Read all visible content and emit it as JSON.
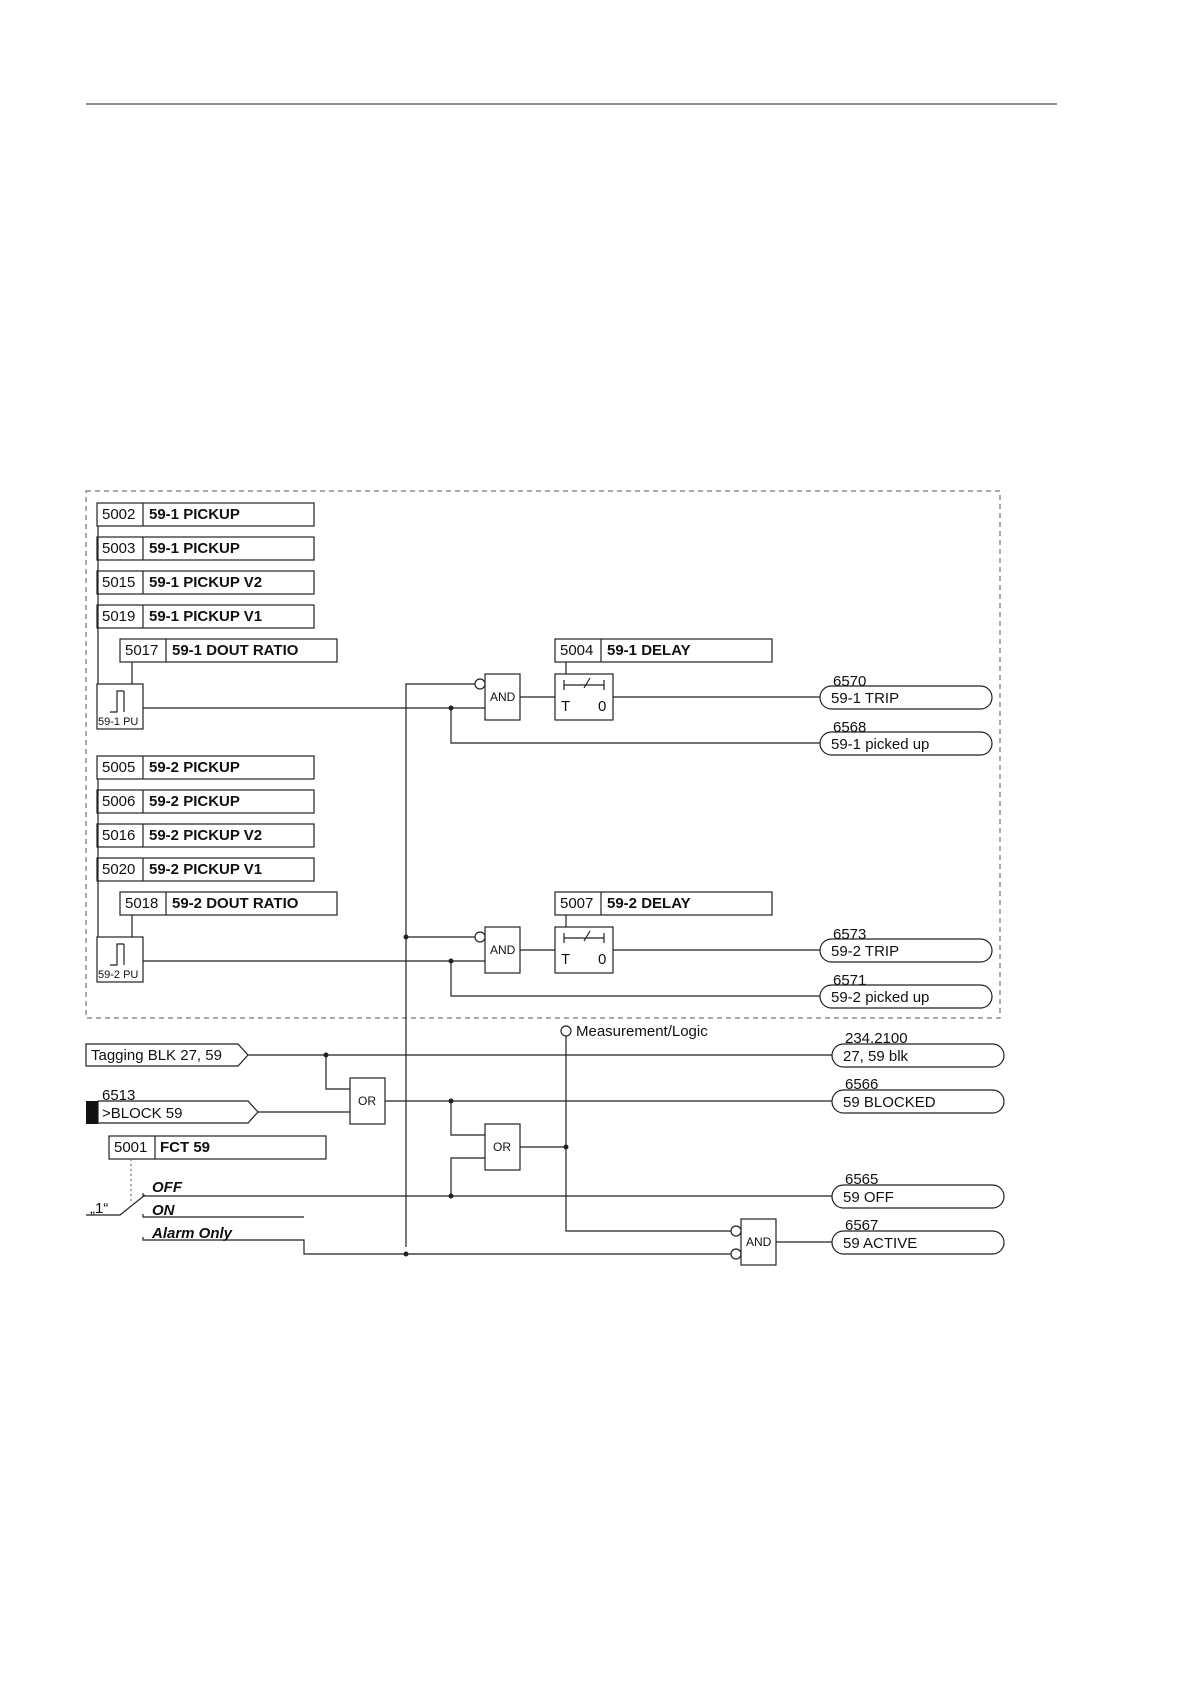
{
  "settings": {
    "s5002": {
      "num": "5002",
      "name": "59-1 PICKUP"
    },
    "s5003": {
      "num": "5003",
      "name": "59-1 PICKUP"
    },
    "s5015": {
      "num": "5015",
      "name": "59-1 PICKUP V2"
    },
    "s5019": {
      "num": "5019",
      "name": "59-1 PICKUP V1"
    },
    "s5017": {
      "num": "5017",
      "name": "59-1 DOUT RATIO"
    },
    "s5004": {
      "num": "5004",
      "name": "59-1 DELAY"
    },
    "s5005": {
      "num": "5005",
      "name": "59-2 PICKUP"
    },
    "s5006": {
      "num": "5006",
      "name": "59-2 PICKUP"
    },
    "s5016": {
      "num": "5016",
      "name": "59-2 PICKUP V2"
    },
    "s5020": {
      "num": "5020",
      "name": "59-2 PICKUP V1"
    },
    "s5018": {
      "num": "5018",
      "name": "59-2 DOUT RATIO"
    },
    "s5007": {
      "num": "5007",
      "name": "59-2 DELAY"
    },
    "s5001": {
      "num": "5001",
      "name": "FCT 59"
    }
  },
  "elements": {
    "pu1": "59-1 PU",
    "pu2": "59-2 PU",
    "gate_and": "AND",
    "gate_or": "OR",
    "timer_t": "T",
    "timer_zero": "0",
    "measurement": "Measurement/Logic",
    "const_one": "„1“"
  },
  "inputs": {
    "tagging": "Tagging BLK 27, 59",
    "block_num": "6513",
    "block_label": ">BLOCK 59"
  },
  "switch": {
    "off": "OFF",
    "on": "ON",
    "alarm": "Alarm Only"
  },
  "outputs": {
    "o6570": {
      "num": "6570",
      "label": "59-1 TRIP"
    },
    "o6568": {
      "num": "6568",
      "label": "59-1 picked up"
    },
    "o6573": {
      "num": "6573",
      "label": "59-2 TRIP"
    },
    "o6571": {
      "num": "6571",
      "label": "59-2 picked up"
    },
    "o2342100": {
      "num": "234.2100",
      "label": "27, 59 blk"
    },
    "o6566": {
      "num": "6566",
      "label": "59 BLOCKED"
    },
    "o6565": {
      "num": "6565",
      "label": "59 OFF"
    },
    "o6567": {
      "num": "6567",
      "label": "59 ACTIVE"
    }
  }
}
